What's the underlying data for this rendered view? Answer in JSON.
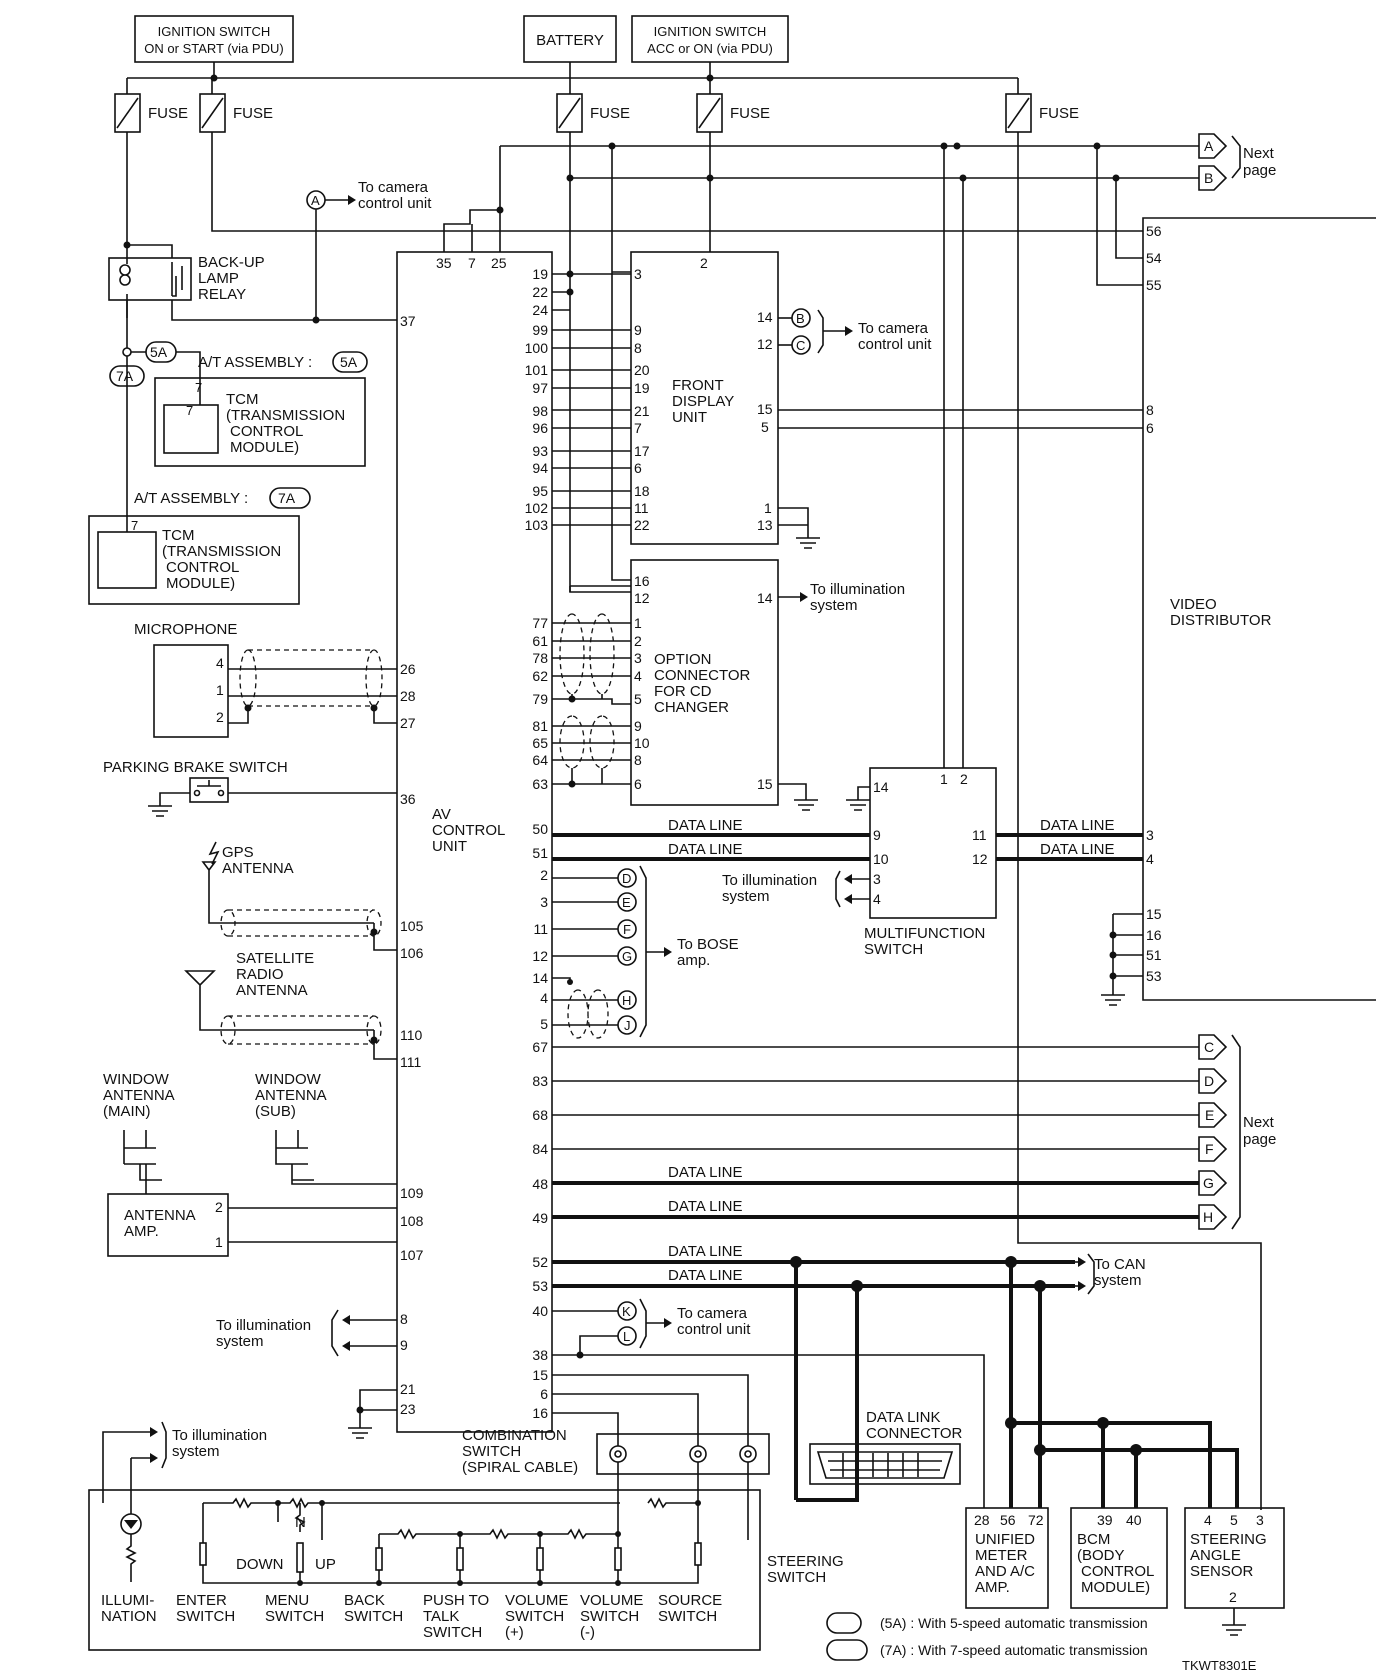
{
  "diagram_id": "TKWT8301E",
  "notes": {
    "n5a": "(5A) : With 5-speed automatic transmission",
    "n7a": "(7A) : With 7-speed automatic transmission"
  },
  "sources": {
    "ign_start": [
      "IGNITION SWITCH",
      "ON or START (via PDU)"
    ],
    "battery": "BATTERY",
    "ign_acc": [
      "IGNITION SWITCH",
      "ACC or ON (via PDU)"
    ],
    "fuse": "FUSE"
  },
  "av_unit": [
    "AV",
    "CONTROL",
    "UNIT"
  ],
  "front_display": [
    "FRONT",
    "DISPLAY",
    "UNIT"
  ],
  "option_connector": [
    "OPTION",
    "CONNECTOR",
    "FOR CD",
    "CHANGER"
  ],
  "multifunction": [
    "MULTIFUNCTION",
    "SWITCH"
  ],
  "video_distributor": [
    "VIDEO",
    "DISTRIBUTOR"
  ],
  "backup_relay": [
    "BACK-UP",
    "LAMP",
    "RELAY"
  ],
  "at_assembly": "A/T ASSEMBLY :",
  "tcm": [
    "TCM",
    "(TRANSMISSION",
    "CONTROL",
    "MODULE)"
  ],
  "microphone": "MICROPHONE",
  "parking_brake": "PARKING BRAKE SWITCH",
  "gps": [
    "GPS",
    "ANTENNA"
  ],
  "satellite": [
    "SATELLITE",
    "RADIO",
    "ANTENNA"
  ],
  "window_main": [
    "WINDOW",
    "ANTENNA",
    "(MAIN)"
  ],
  "window_sub": [
    "WINDOW",
    "ANTENNA",
    "(SUB)"
  ],
  "antenna_amp": [
    "ANTENNA",
    "AMP."
  ],
  "combination": [
    "COMBINATION",
    "SWITCH",
    "(SPIRAL CABLE)"
  ],
  "data_link": [
    "DATA LINK",
    "CONNECTOR"
  ],
  "unified_meter": [
    "UNIFIED",
    "METER",
    "AND A/C",
    "AMP."
  ],
  "bcm": [
    "BCM",
    "(BODY",
    "CONTROL",
    "MODULE)"
  ],
  "steering_angle": [
    "STEERING",
    "ANGLE",
    "SENSOR"
  ],
  "steering_switch": [
    "STEERING",
    "SWITCH"
  ],
  "labels": {
    "to_camera": [
      "To camera",
      "control unit"
    ],
    "to_illum": [
      "To illumination",
      "system"
    ],
    "to_bose": [
      "To BOSE",
      "amp."
    ],
    "to_can": [
      "To CAN",
      "system"
    ],
    "next_page": [
      "Next",
      "page"
    ],
    "data_line": "DATA LINE",
    "down": "DOWN",
    "up": "UP",
    "n": "N"
  },
  "connectors": {
    "top": [
      "A",
      "B"
    ],
    "bose": [
      "D",
      "E",
      "F",
      "G",
      "H",
      "J"
    ],
    "right": [
      "C",
      "D",
      "E",
      "F",
      "G",
      "H"
    ],
    "fdu": [
      "B",
      "C"
    ],
    "cam": [
      "K",
      "L"
    ],
    "at5": "5A",
    "at7": "7A"
  },
  "av_left_pins": [
    "35",
    "7",
    "25",
    "37",
    "26",
    "28",
    "27",
    "36",
    "105",
    "106",
    "110",
    "111",
    "109",
    "108",
    "107",
    "8",
    "9",
    "21",
    "23"
  ],
  "av_right_pins": [
    "19",
    "22",
    "24",
    "99",
    "100",
    "101",
    "97",
    "98",
    "96",
    "93",
    "94",
    "95",
    "102",
    "103",
    "77",
    "61",
    "78",
    "62",
    "79",
    "81",
    "65",
    "64",
    "63",
    "50",
    "51",
    "2",
    "3",
    "11",
    "12",
    "14",
    "4",
    "5",
    "67",
    "83",
    "68",
    "84",
    "48",
    "49",
    "52",
    "53",
    "40",
    "38",
    "15",
    "6",
    "16"
  ],
  "fdu_pins": [
    "3",
    "2",
    "9",
    "8",
    "20",
    "19",
    "21",
    "7",
    "17",
    "6",
    "18",
    "11",
    "22",
    "14",
    "12",
    "15",
    "5",
    "1",
    "13"
  ],
  "opt_pins": [
    "16",
    "12",
    "14",
    "1",
    "2",
    "3",
    "4",
    "5",
    "9",
    "10",
    "8",
    "6",
    "15"
  ],
  "mfs_pins": [
    "14",
    "1",
    "2",
    "9",
    "10",
    "3",
    "4",
    "11",
    "12"
  ],
  "vd_pins": [
    "56",
    "54",
    "55",
    "8",
    "6",
    "3",
    "4",
    "15",
    "16",
    "51",
    "53"
  ],
  "misc_pins": {
    "tcm": "7",
    "mic": [
      "4",
      "1",
      "2"
    ],
    "amp": [
      "2",
      "1"
    ],
    "um": [
      "28",
      "56",
      "72"
    ],
    "bcm": [
      "39",
      "40"
    ],
    "sas": [
      "4",
      "5",
      "3",
      "2"
    ]
  },
  "switch_labels": [
    [
      "ILLUMI-",
      "NATION"
    ],
    [
      "ENTER",
      "SWITCH"
    ],
    [
      "MENU",
      "SWITCH"
    ],
    [
      "BACK",
      "SWITCH"
    ],
    [
      "PUSH TO",
      "TALK",
      "SWITCH"
    ],
    [
      "VOLUME",
      "SWITCH",
      "(+)"
    ],
    [
      "VOLUME",
      "SWITCH",
      "(-)"
    ],
    [
      "SOURCE",
      "SWITCH"
    ]
  ]
}
